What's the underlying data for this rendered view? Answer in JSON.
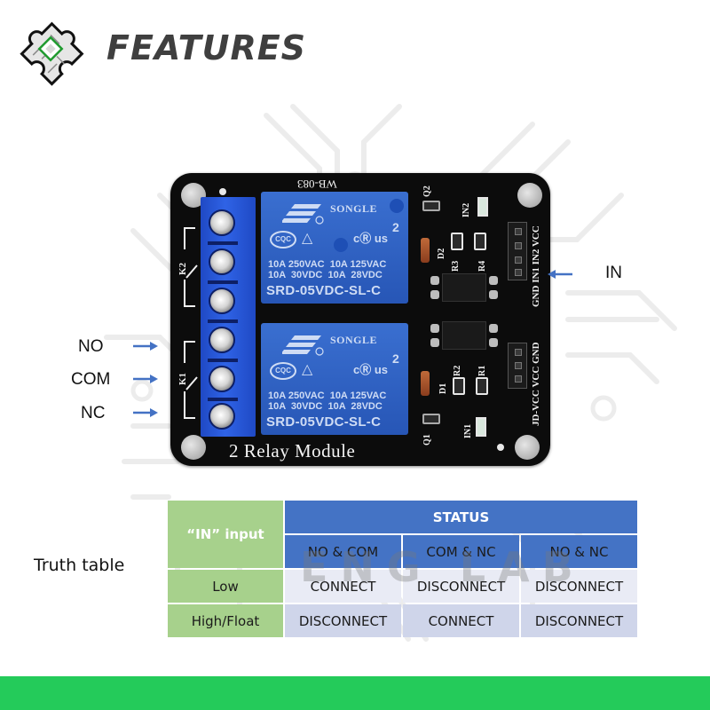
{
  "header": {
    "title": "FEATURES",
    "logo_icon": "circuit-puzzle-icon"
  },
  "board": {
    "name": "2 Relay Module",
    "top_label": "WB-083",
    "relay_labels": [
      "K2",
      "K1"
    ],
    "relays": [
      {
        "brand": "SONGLE",
        "cert": "CQC",
        "ul_number": "2",
        "ul_mark": "cⓇ us",
        "spec_line1": "10A 250VAC  10A 125VAC",
        "spec_line2": "10A  30VDC  10A  28VDC",
        "model": "SRD-05VDC-SL-C"
      },
      {
        "brand": "SONGLE",
        "cert": "CQC",
        "ul_number": "2",
        "ul_mark": "cⓇ us",
        "spec_line1": "10A 250VAC  10A 125VAC",
        "spec_line2": "10A  30VDC  10A  28VDC",
        "model": "SRD-05VDC-SL-C"
      }
    ],
    "input_header_label": "GND IN1 IN2 VCC",
    "power_header_label": "JD-VCC VCC GND",
    "components": {
      "q2": "Q2",
      "q1": "Q1",
      "d2": "D2",
      "d1": "D1",
      "r3": "R3",
      "r4": "R4",
      "r2": "R2",
      "r1": "R1",
      "in2": "IN2",
      "in1": "IN1"
    }
  },
  "annotations": {
    "in_label": "IN",
    "no_label": "NO",
    "com_label": "COM",
    "nc_label": "NC",
    "arrow_color": "#4472c4"
  },
  "truth_table": {
    "label": "Truth table",
    "input_header": "“IN” input",
    "status_header": "STATUS",
    "columns": [
      "NO & COM",
      "COM & NC",
      "NO & NC"
    ],
    "rows": [
      {
        "input": "Low",
        "values": [
          "CONNECT",
          "DISCONNECT",
          "DISCONNECT"
        ]
      },
      {
        "input": "High/Float",
        "values": [
          "DISCONNECT",
          "CONNECT",
          "DISCONNECT"
        ]
      }
    ],
    "colors": {
      "input_header": "#a7d18c",
      "status_header": "#4473c5",
      "row_light": "#e9ebf5",
      "row_dark": "#cfd5ea"
    }
  },
  "watermark": "ENG LAB",
  "footer": {
    "color": "#24cb5a"
  }
}
